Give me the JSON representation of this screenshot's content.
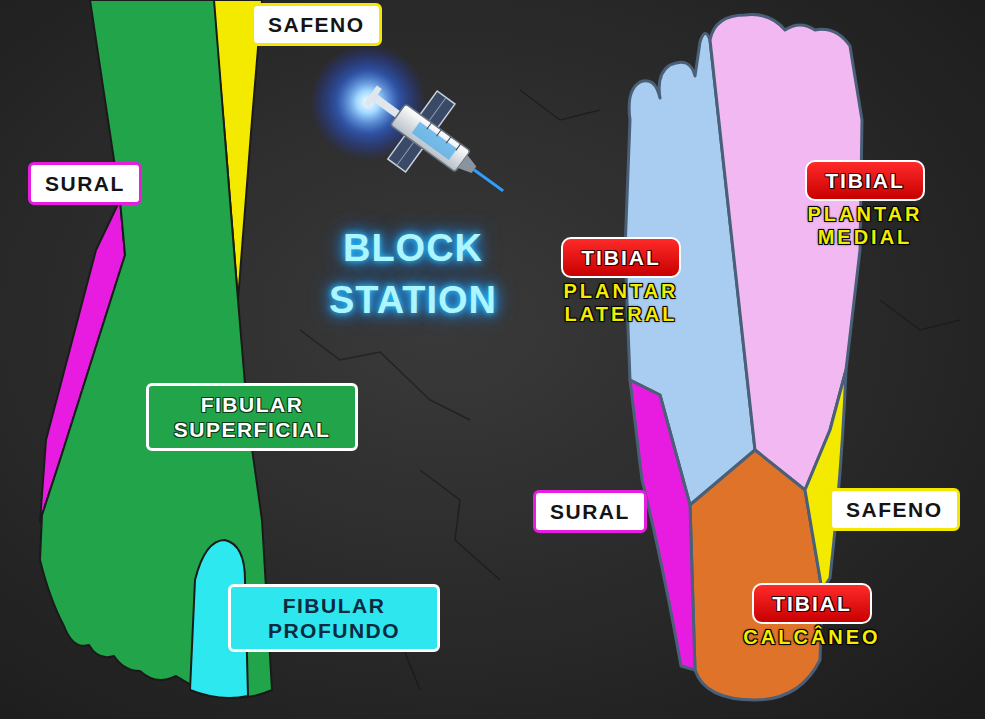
{
  "diagram": {
    "title": "BLOCK STATION",
    "nodes": [
      {
        "text": [
          "SAFENO"
        ]
      },
      {
        "text": [
          "SURAL"
        ]
      },
      {
        "text": [
          "TIBIAL",
          "PLANTAR MEDIAL"
        ]
      },
      {
        "text": [
          "TIBIAL",
          "PLANTAR LATERAL"
        ]
      },
      {
        "text": [
          "FIBULAR SUPERFICIAL"
        ]
      },
      {
        "text": [
          "SAFENO"
        ]
      },
      {
        "text": [
          "SURAL"
        ]
      },
      {
        "text": [
          "FIBULAR PROFUNDO"
        ]
      },
      {
        "text": [
          "TIBIAL",
          "CALCÂNEO"
        ]
      }
    ]
  }
}
